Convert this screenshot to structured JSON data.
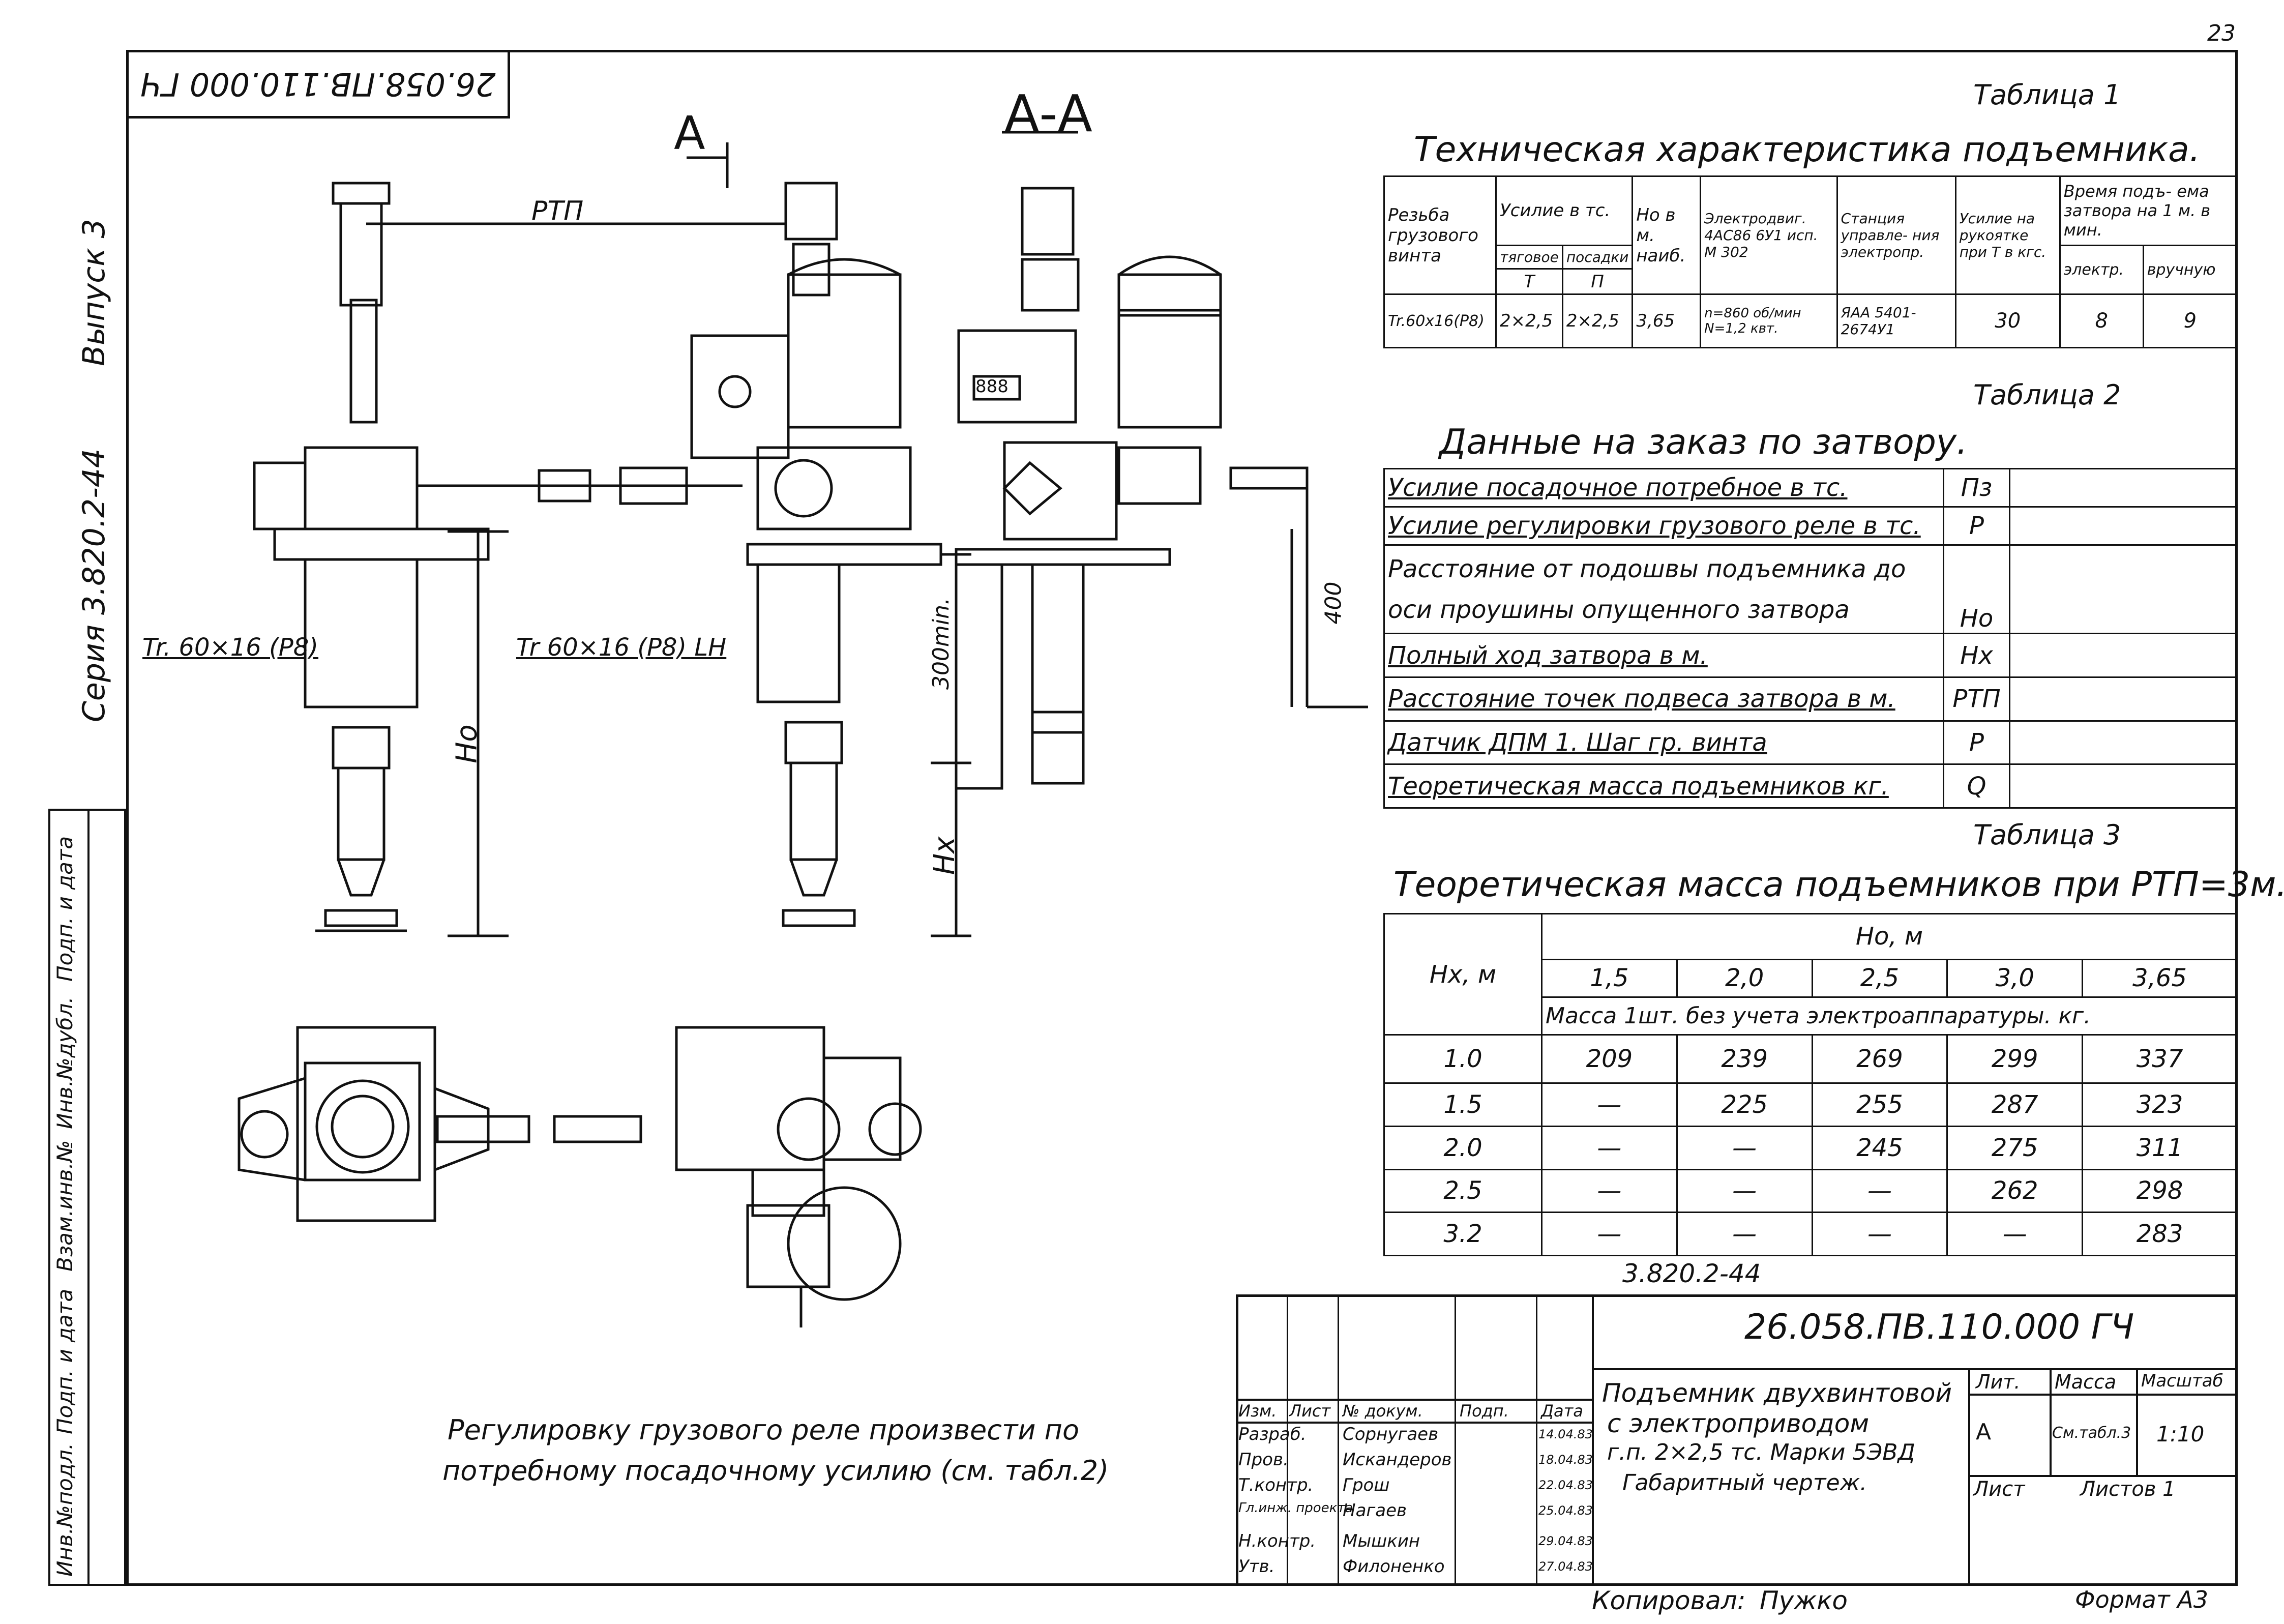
{
  "page_number": "23",
  "top_stamp": "26.058.ПВ.110.000 ГЧ",
  "left_margin": {
    "series": "Серия 3.820.2-44",
    "issue": "Выпуск 3",
    "cols": [
      "Инв.№подл.",
      "Подп. и дата",
      "Взам.инв.№",
      "Инв.№дубл.",
      "Подп. и дата"
    ]
  },
  "drawing": {
    "section_mark": "А",
    "section_title": "А-А",
    "rtp": "РТП",
    "thread_left": "Tr. 60×16 (P8)",
    "thread_right": "Tr 60×16 (P8) LH",
    "ho": "Ho",
    "hx": "Hx",
    "dim_300": "300min.",
    "dim_400": "400",
    "display": "888",
    "note": [
      "Регулировку грузового реле произвести по",
      "потребному посадочному усилию (см. табл.2)"
    ]
  },
  "table1": {
    "caption": "Таблица 1",
    "title": "Техническая характеристика подъемника.",
    "h_thread": "Резьба грузового винта",
    "h_force": "Усилие в тс.",
    "h_force_t": "тяговое",
    "h_force_t2": "Т",
    "h_force_p": "посадки",
    "h_force_p2": "П",
    "h_ho": "Ho в м. наиб.",
    "h_motor": "Электродвиг. 4АС86 6У1 исп. М 302",
    "h_station": "Станция управле- ния электропр.",
    "h_handle": "Усилие на рукоятке при Т в кгс.",
    "h_time": "Время подъ- ема затвора на 1 м. в мин.",
    "h_time_e": "электр.",
    "h_time_m": "вручную",
    "row": [
      "Tr.60x16(P8)",
      "2×2,5",
      "2×2,5",
      "3,65",
      "n=860 об/мин N=1,2 квт.",
      "ЯАА 5401- 2674У1",
      "30",
      "8",
      "9"
    ]
  },
  "table2": {
    "caption": "Таблица 2",
    "title": "Данные на заказ по затвору.",
    "rows": [
      {
        "label": "Усилие посадочное потребное в тс.",
        "sym": "Пз"
      },
      {
        "label": "Усилие регулировки грузового реле в тс.",
        "sym": "P"
      },
      {
        "label": "Расстояние от подошвы подъемника до оси проушины опущенного затвора",
        "sym": "Ho"
      },
      {
        "label": "Полный ход затвора в м.",
        "sym": "Hx"
      },
      {
        "label": "Расстояние точек подвеса затвора в м.",
        "sym": "РТП"
      },
      {
        "label": "Датчик ДПМ 1. Шаг гр. винта",
        "sym": "P"
      },
      {
        "label": "Теоретическая масса подъемников кг.",
        "sym": "Q"
      }
    ]
  },
  "table3": {
    "caption": "Таблица 3",
    "title": "Теоретическая масса подъемников при РТП=3м.",
    "h_hx": "Hx, м",
    "h_ho": "Ho, м",
    "cols": [
      "1,5",
      "2,0",
      "2,5",
      "3,0",
      "3,65"
    ],
    "sub": "Масса 1шт. без учета электроаппаратуры. кг.",
    "rows": [
      {
        "hx": "1.0",
        "v": [
          "209",
          "239",
          "269",
          "299",
          "337"
        ]
      },
      {
        "hx": "1.5",
        "v": [
          "—",
          "225",
          "255",
          "287",
          "323"
        ]
      },
      {
        "hx": "2.0",
        "v": [
          "—",
          "—",
          "245",
          "275",
          "311"
        ]
      },
      {
        "hx": "2.5",
        "v": [
          "—",
          "—",
          "—",
          "262",
          "298"
        ]
      },
      {
        "hx": "3.2",
        "v": [
          "—",
          "—",
          "—",
          "—",
          "283"
        ]
      }
    ],
    "below": "3.820.2-44"
  },
  "title_block": {
    "code": "26.058.ПВ.110.000 ГЧ",
    "name": [
      "Подъемник двухвинтовой",
      "с электроприводом",
      "г.п. 2×2,5 тс. Марки 5ЭВД",
      "Габаритный чертеж."
    ],
    "h_lit": "Лит.",
    "h_mass": "Масса",
    "h_scale": "Масштаб",
    "lit": "А",
    "mass": "См.табл.3",
    "scale": "1:10",
    "sheet": "Лист",
    "sheets": "Листов 1",
    "head": [
      "Изм.",
      "Лист",
      "№ докум.",
      "Подп.",
      "Дата"
    ],
    "people": [
      {
        "role": "Разраб.",
        "name": "Сорнугаев",
        "date": "14.04.83"
      },
      {
        "role": "Пров.",
        "name": "Искандеров",
        "date": "18.04.83"
      },
      {
        "role": "Т.контр.",
        "name": "Грош",
        "date": "22.04.83"
      },
      {
        "role": "Гл.инж. проекта",
        "name": "Нагаев",
        "date": "25.04.83"
      },
      {
        "role": "Н.контр.",
        "name": "Мышкин",
        "date": "29.04.83"
      },
      {
        "role": "Утв.",
        "name": "Филоненко",
        "date": "27.04.83"
      }
    ]
  },
  "footer": {
    "copied": "Копировал:",
    "copier": "Пужко",
    "format": "Формат А3"
  }
}
